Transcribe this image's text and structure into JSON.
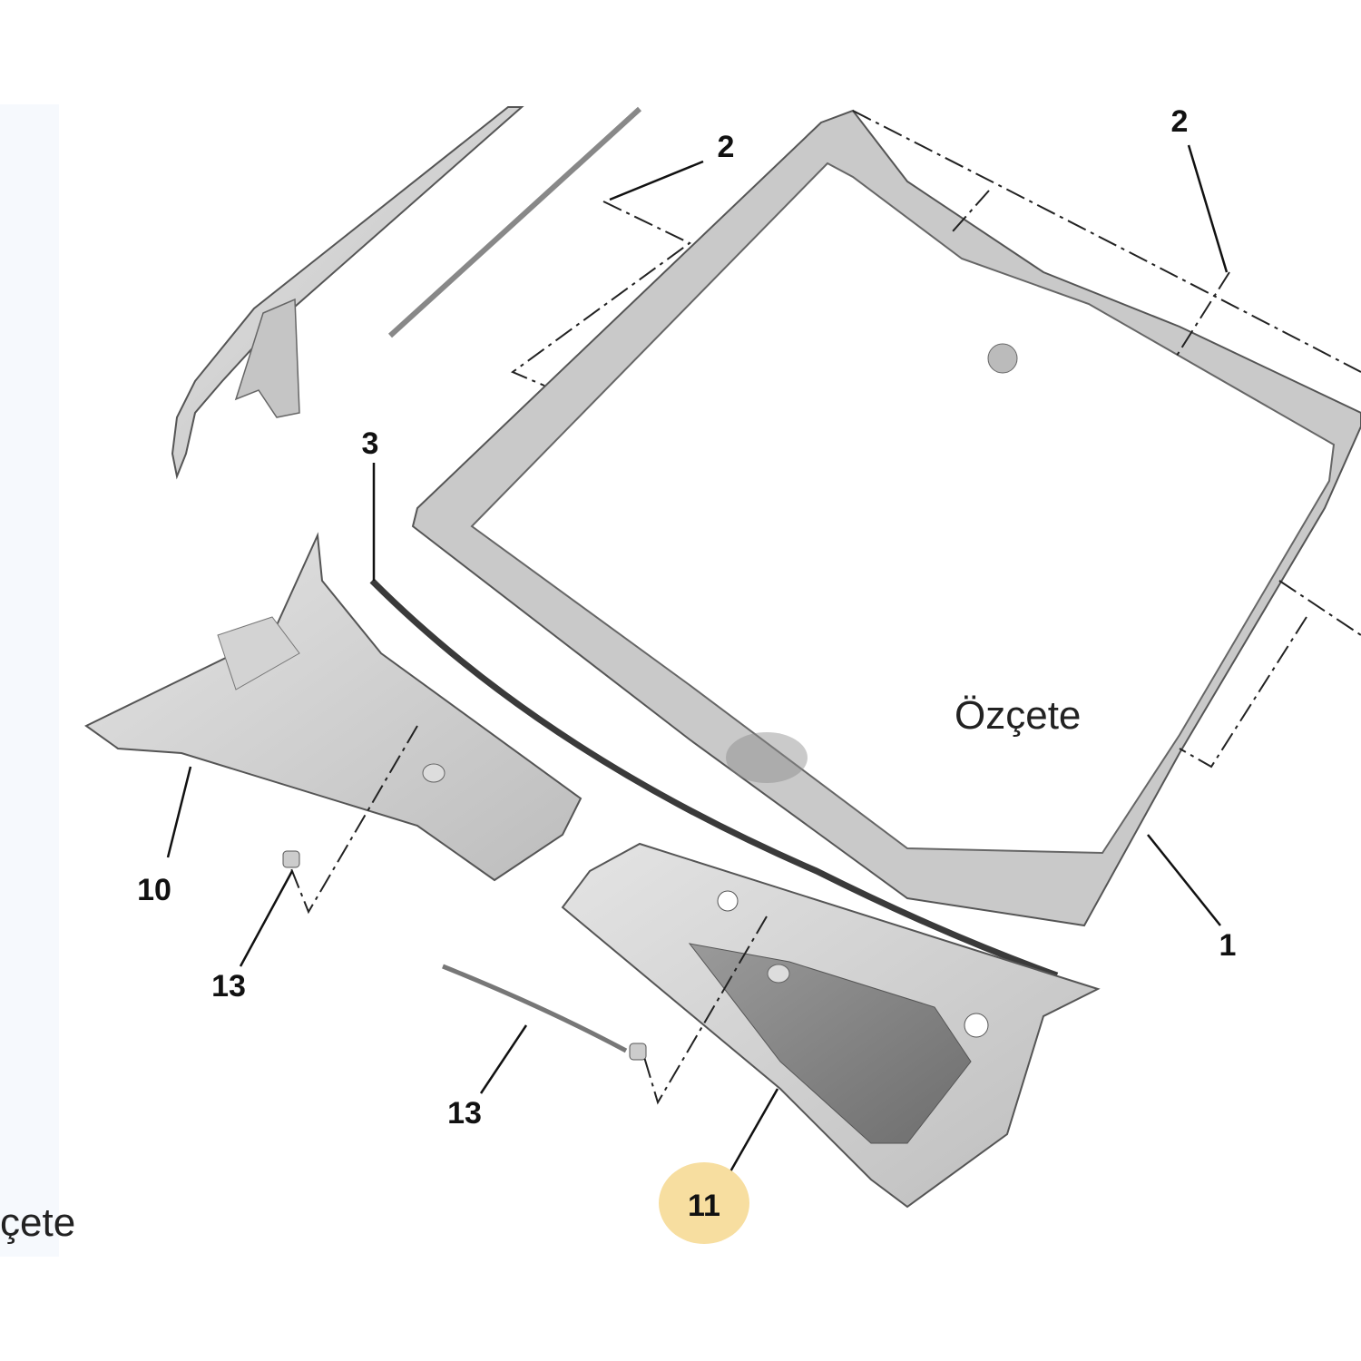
{
  "diagram": {
    "callouts": [
      {
        "id": "windshield",
        "label": "1"
      },
      {
        "id": "clip-left",
        "label": "2"
      },
      {
        "id": "clip-right",
        "label": "2"
      },
      {
        "id": "seal",
        "label": "3"
      },
      {
        "id": "cowl-left",
        "label": "10"
      },
      {
        "id": "cowl-right",
        "label": "11",
        "highlighted": true
      },
      {
        "id": "clip-13a",
        "label": "13"
      },
      {
        "id": "clip-13b",
        "label": "13"
      }
    ],
    "highlight_color": "#f7dea0",
    "watermarks": [
      "Özçete",
      "çete"
    ]
  }
}
